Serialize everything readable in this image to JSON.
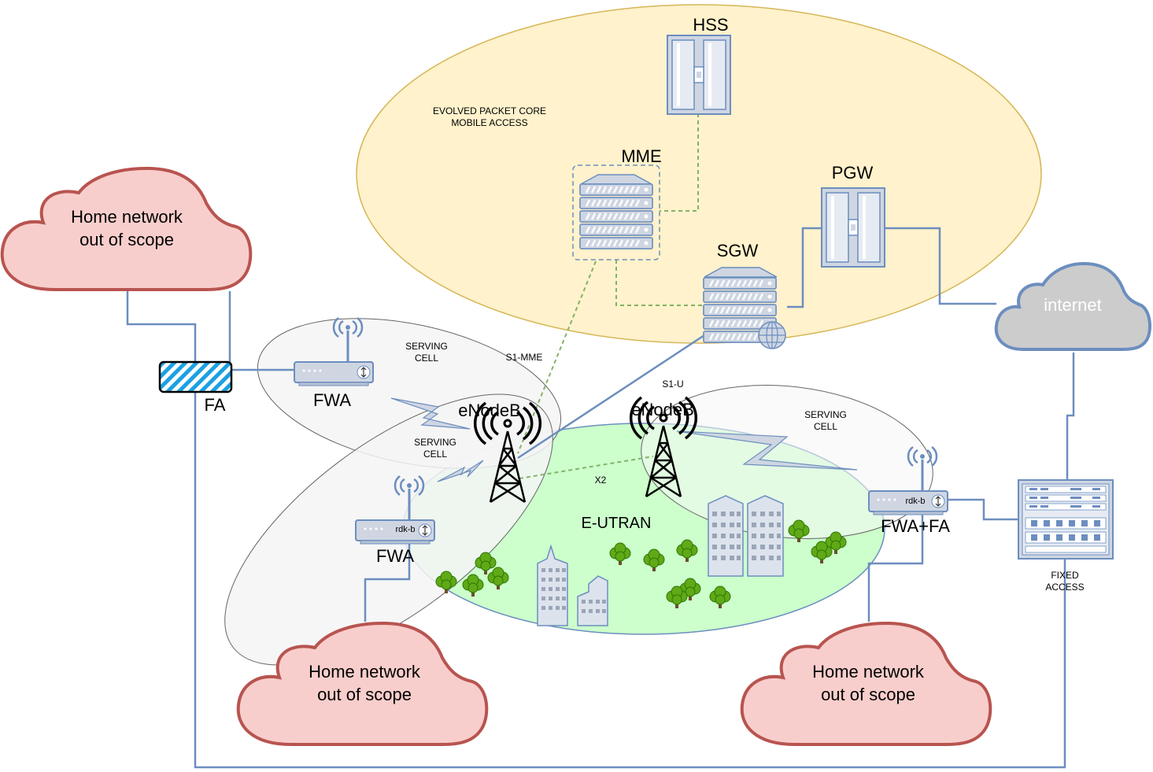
{
  "core": {
    "title_line1": "EVOLVED PACKET CORE",
    "title_line2": "MOBILE ACCESS"
  },
  "nodes": {
    "hss": "HSS",
    "mme": "MME",
    "sgw": "SGW",
    "pgw": "PGW",
    "enodeb_left": "eNodeB",
    "enodeb_right": "eNodeB",
    "fwa_top": "FWA",
    "fwa_bottom": "FWA",
    "fwa_fa": "FWA+FA",
    "fa": "FA",
    "rdkb_bottom": "rdk-b",
    "rdkb_right": "rdk-b"
  },
  "links": {
    "s1_mme": "S1-MME",
    "s1_u": "S1-U",
    "x2": "X2"
  },
  "cells": {
    "serving_top_l1": "SERVING",
    "serving_top_l2": "CELL",
    "serving_left_l1": "SERVING",
    "serving_left_l2": "CELL",
    "serving_right_l1": "SERVING",
    "serving_right_l2": "CELL",
    "eutran": "E-UTRAN"
  },
  "clouds": {
    "top_left_l1": "Home network",
    "top_left_l2": "out of scope",
    "bottom_mid_l1": "Home network",
    "bottom_mid_l2": "out of scope",
    "bottom_right_l1": "Home network",
    "bottom_right_l2": "out of scope",
    "internet": "internet"
  },
  "fixed_access": {
    "line1": "FIXED",
    "line2": "ACCESS"
  },
  "colors": {
    "core_fill": "#fff2cc",
    "core_stroke": "#d6b656",
    "cell_fill": "#f5f5f5",
    "cell_stroke": "#666666",
    "eutran_fill": "#ccffcc",
    "cloud_red_fill": "#f8cecc",
    "cloud_red_stroke": "#b85450",
    "cloud_grey_fill": "#cccccc",
    "cloud_grey_stroke": "#6c8ebf",
    "link_blue": "#6c8ebf",
    "link_green_dashed": "#82b366",
    "device_fill": "#dae8fc",
    "fa_fill": "#1ba1e2"
  }
}
